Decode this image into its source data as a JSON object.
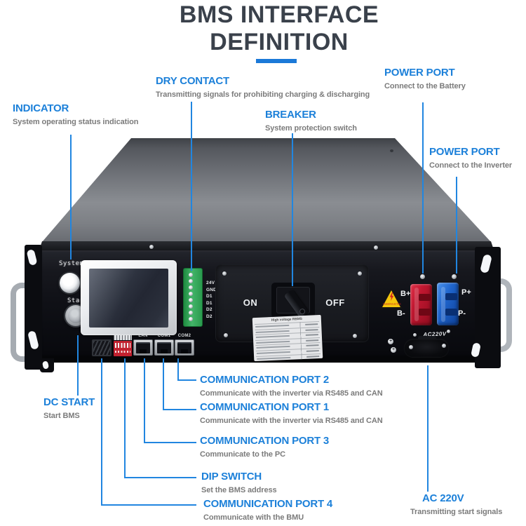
{
  "header": {
    "title_line1": "BMS INTERFACE",
    "title_line2": "DEFINITION"
  },
  "colors": {
    "accent_blue": "#1c80d9",
    "title_text": "#3a414b",
    "desc_text": "#7b7b7b",
    "underline": "#1b79d8"
  },
  "callouts": {
    "indicator": {
      "title": "INDICATOR",
      "desc": "System operating status indication"
    },
    "dry_contact": {
      "title": "DRY CONTACT",
      "desc": "Transmitting signals for prohibiting charging & discharging"
    },
    "breaker": {
      "title": "BREAKER",
      "desc": "System protection switch"
    },
    "power_port_battery": {
      "title": "POWER PORT",
      "desc": "Connect to the Battery"
    },
    "power_port_inverter": {
      "title": "POWER PORT",
      "desc": "Connect to the Inverter"
    },
    "dc_start": {
      "title": "DC START",
      "desc": "Start BMS"
    },
    "com_port_2": {
      "title": "COMMUNICATION PORT 2",
      "desc": "Communicate with the inverter via RS485 and CAN"
    },
    "com_port_1": {
      "title": "COMMUNICATION PORT 1",
      "desc": "Communicate with the inverter via RS485 and CAN"
    },
    "com_port_3": {
      "title": "COMMUNICATION PORT 3",
      "desc": "Communicate to the PC"
    },
    "dip_switch": {
      "title": "DIP SWITCH",
      "desc": "Set the BMS address"
    },
    "com_port_4": {
      "title": "COMMUNICATION PORT 4",
      "desc": "Communicate with the BMU"
    },
    "ac_220v": {
      "title": "AC 220V",
      "desc": "Transmitting start signals"
    }
  },
  "device": {
    "system_label": "System",
    "start_label": "Start",
    "terminal_pins": [
      "24V",
      "GND",
      "D1",
      "D1",
      "D2",
      "D2"
    ],
    "port_labels": [
      "LAN",
      "COM1",
      "COM2"
    ],
    "breaker": {
      "on": "ON",
      "off": "OFF"
    },
    "connectors": {
      "b_plus": "B+",
      "b_minus": "B-",
      "p_plus": "P+",
      "p_minus": "P-"
    },
    "ac_port_label": "AC220V",
    "spec_label_title": "High voltage RBMS",
    "warning_text": "DANGER ELECTRIC"
  }
}
